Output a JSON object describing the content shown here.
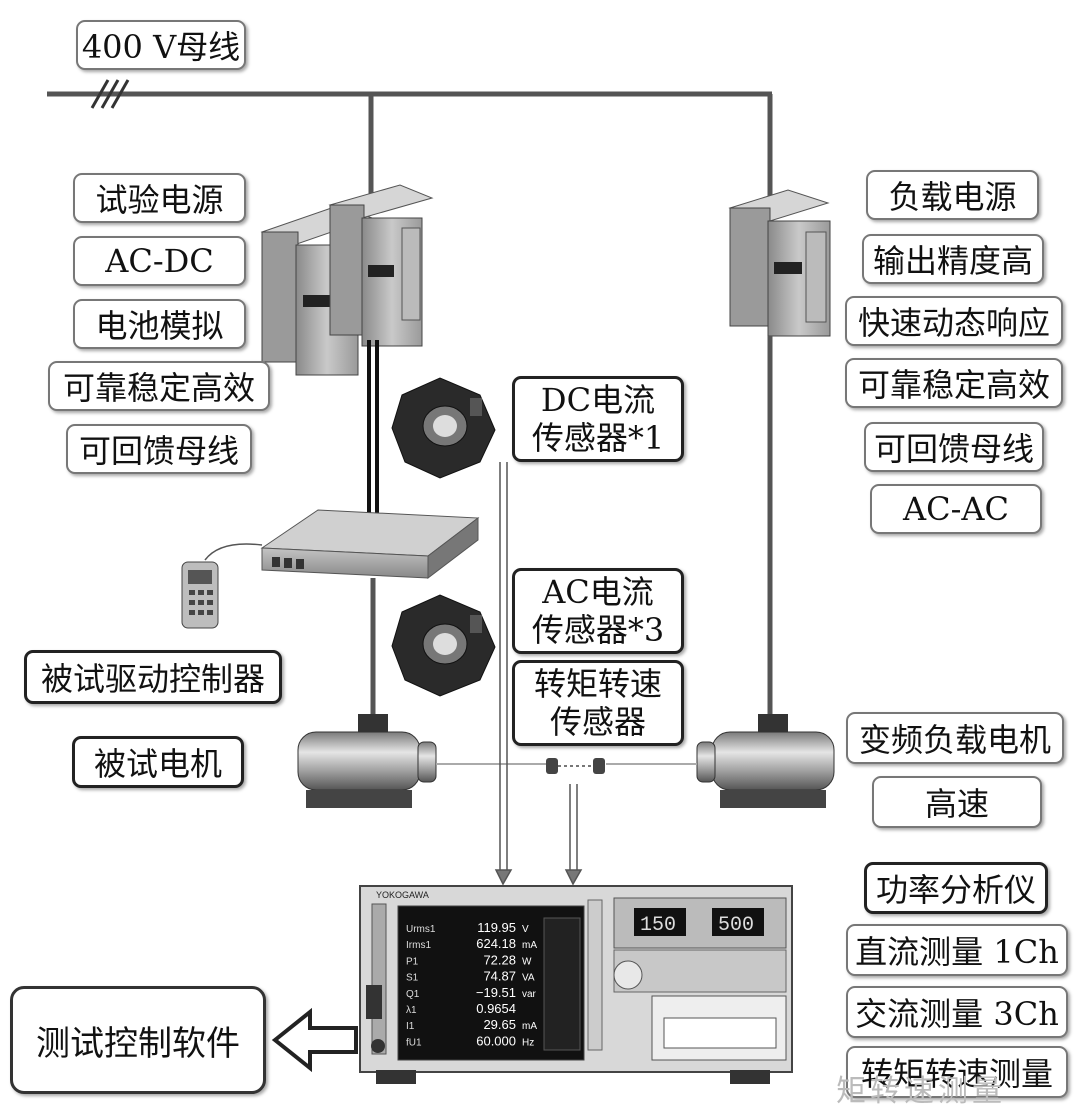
{
  "bus": {
    "label": "400 V母线"
  },
  "test_supply": {
    "items": [
      "试验电源",
      "AC-DC",
      "电池模拟",
      "可靠稳定高效",
      "可回馈母线"
    ]
  },
  "load_supply": {
    "items": [
      "负载电源",
      "输出精度高",
      "快速动态响应",
      "可靠稳定高效",
      "可回馈母线",
      "AC-AC"
    ]
  },
  "sensors": {
    "dc": [
      "DC电流",
      "传感器*1"
    ],
    "ac": [
      "AC电流",
      "传感器*3"
    ],
    "torque": [
      "转矩转速",
      "传感器"
    ]
  },
  "dut": {
    "controller": "被试驱动控制器",
    "motor": "被试电机"
  },
  "load_motor": {
    "items": [
      "变频负载电机",
      "高速"
    ]
  },
  "analyzer": {
    "items": [
      "功率分析仪",
      "直流测量 1Ch",
      "交流测量 3Ch",
      "转矩转速测量"
    ],
    "brand": "YOKOGAWA",
    "readings": [
      "119.95",
      "624.18",
      "72.28",
      "74.87",
      "−19.51",
      "0.9654",
      "29.65",
      "60.000"
    ],
    "units": [
      "V",
      "mA",
      "W",
      "VA",
      "var",
      "",
      "mA",
      "Hz"
    ],
    "params": [
      "Urms1",
      "Irms1",
      "P1",
      "S1",
      "Q1",
      "λ1",
      "I1",
      "fU1"
    ],
    "voltage_range": "150",
    "current_range": "500"
  },
  "software": {
    "label": "测试控制软件"
  },
  "watermark": "矩转速测量"
}
